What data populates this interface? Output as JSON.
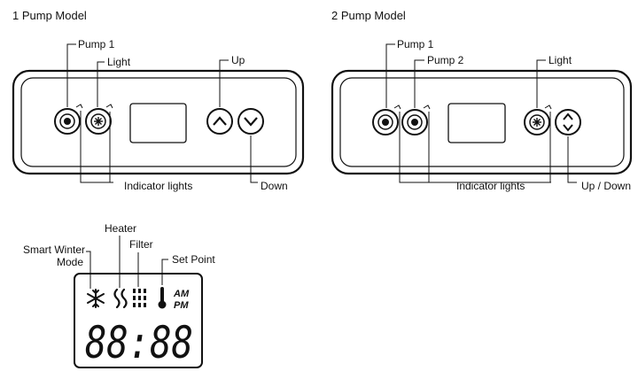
{
  "titles": {
    "one_pump": "1 Pump Model",
    "two_pump": "2 Pump Model"
  },
  "panel1": {
    "pump1": "Pump 1",
    "light": "Light",
    "up": "Up",
    "down": "Down",
    "indicator": "Indicator lights"
  },
  "panel2": {
    "pump1": "Pump 1",
    "pump2": "Pump 2",
    "light": "Light",
    "updown": "Up / Down",
    "indicator": "Indicator lights"
  },
  "display": {
    "smart_winter_1": "Smart Winter",
    "smart_winter_2": "Mode",
    "heater": "Heater",
    "filter": "Filter",
    "set_point": "Set Point",
    "am": "AM",
    "pm": "PM",
    "digits": "88:88"
  },
  "icons": [
    "pump-button-icon",
    "light-button-icon",
    "up-arrow-icon",
    "down-arrow-icon",
    "snowflake-icon",
    "heater-wave-icon",
    "filter-icon",
    "thermometer-icon"
  ]
}
